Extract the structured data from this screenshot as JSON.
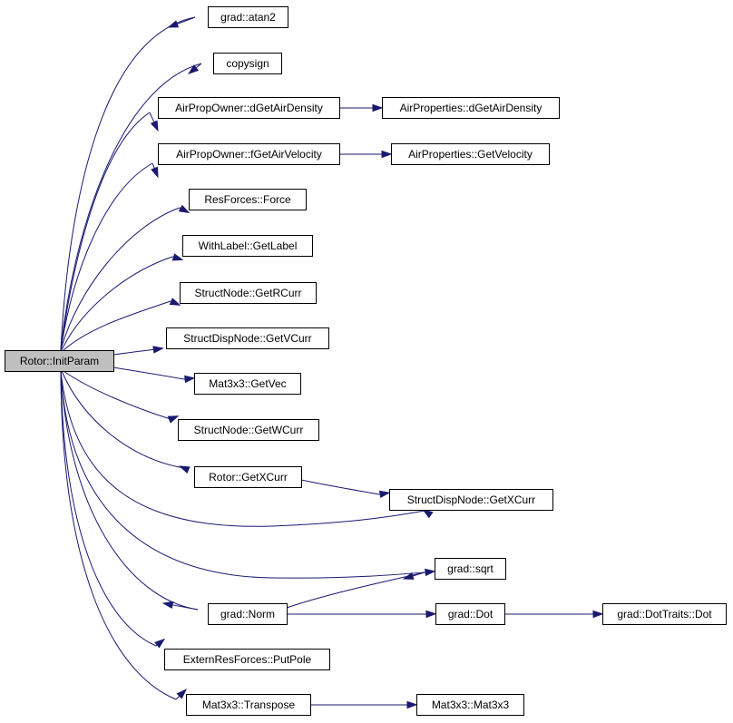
{
  "colors": {
    "edge": "#191970",
    "node_border": "#000000",
    "node_fill": "#ffffff",
    "root_fill": "#bfbfbf",
    "background": "#ffffff"
  },
  "nodes": [
    {
      "id": "root",
      "label": "Rotor::InitParam",
      "root": true
    },
    {
      "id": "atan2",
      "label": "grad::atan2"
    },
    {
      "id": "copysign",
      "label": "copysign"
    },
    {
      "id": "dGetAirDensity",
      "label": "AirPropOwner::dGetAirDensity"
    },
    {
      "id": "ap_dGetAirDensity",
      "label": "AirProperties::dGetAirDensity"
    },
    {
      "id": "fGetAirVelocity",
      "label": "AirPropOwner::fGetAirVelocity"
    },
    {
      "id": "ap_GetVelocity",
      "label": "AirProperties::GetVelocity"
    },
    {
      "id": "force",
      "label": "ResForces::Force"
    },
    {
      "id": "getlabel",
      "label": "WithLabel::GetLabel"
    },
    {
      "id": "getrcurr",
      "label": "StructNode::GetRCurr"
    },
    {
      "id": "getvcurr",
      "label": "StructDispNode::GetVCurr"
    },
    {
      "id": "getvec",
      "label": "Mat3x3::GetVec"
    },
    {
      "id": "getwcurr",
      "label": "StructNode::GetWCurr"
    },
    {
      "id": "rotor_getxcurr",
      "label": "Rotor::GetXCurr"
    },
    {
      "id": "sdn_getxcurr",
      "label": "StructDispNode::GetXCurr"
    },
    {
      "id": "sqrt",
      "label": "grad::sqrt"
    },
    {
      "id": "norm",
      "label": "grad::Norm"
    },
    {
      "id": "dot",
      "label": "grad::Dot"
    },
    {
      "id": "dottraits_dot",
      "label": "grad::DotTraits::Dot"
    },
    {
      "id": "putpole",
      "label": "ExternResForces::PutPole"
    },
    {
      "id": "transpose",
      "label": "Mat3x3::Transpose"
    },
    {
      "id": "mat3x3",
      "label": "Mat3x3::Mat3x3"
    }
  ],
  "edges": [
    {
      "from": "root",
      "to": "atan2"
    },
    {
      "from": "root",
      "to": "copysign"
    },
    {
      "from": "root",
      "to": "dGetAirDensity"
    },
    {
      "from": "root",
      "to": "fGetAirVelocity"
    },
    {
      "from": "root",
      "to": "force"
    },
    {
      "from": "root",
      "to": "getlabel"
    },
    {
      "from": "root",
      "to": "getrcurr"
    },
    {
      "from": "root",
      "to": "getvcurr"
    },
    {
      "from": "root",
      "to": "getvec"
    },
    {
      "from": "root",
      "to": "getwcurr"
    },
    {
      "from": "root",
      "to": "rotor_getxcurr"
    },
    {
      "from": "root",
      "to": "sdn_getxcurr"
    },
    {
      "from": "root",
      "to": "sqrt"
    },
    {
      "from": "root",
      "to": "norm"
    },
    {
      "from": "root",
      "to": "putpole"
    },
    {
      "from": "root",
      "to": "transpose"
    },
    {
      "from": "dGetAirDensity",
      "to": "ap_dGetAirDensity"
    },
    {
      "from": "fGetAirVelocity",
      "to": "ap_GetVelocity"
    },
    {
      "from": "rotor_getxcurr",
      "to": "sdn_getxcurr"
    },
    {
      "from": "norm",
      "to": "sqrt"
    },
    {
      "from": "norm",
      "to": "dot"
    },
    {
      "from": "dot",
      "to": "dottraits_dot"
    },
    {
      "from": "transpose",
      "to": "mat3x3"
    }
  ]
}
